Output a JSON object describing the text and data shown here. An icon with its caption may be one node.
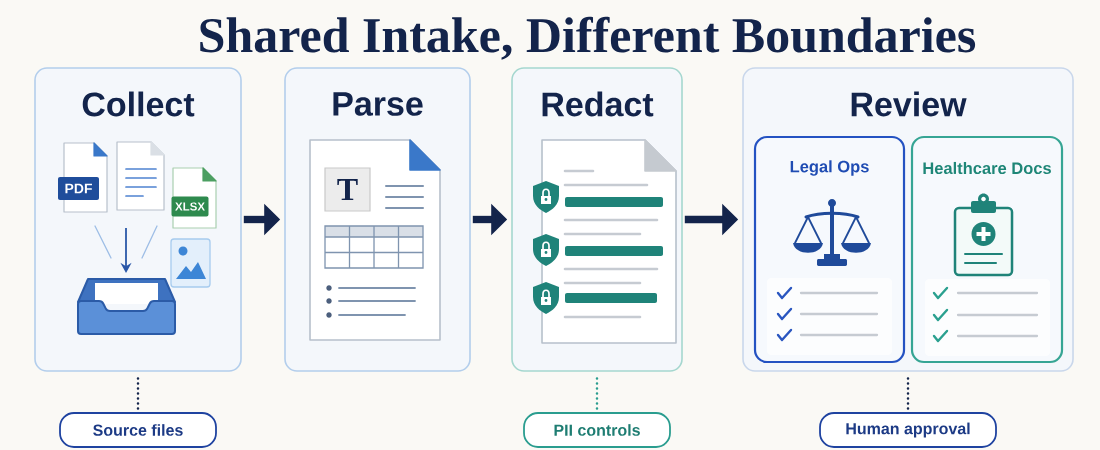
{
  "diagram": {
    "title": "Shared Intake, Different Boundaries",
    "nodes": [
      {
        "text": [
          "Collect"
        ]
      },
      {
        "text": [
          "Parse"
        ]
      },
      {
        "text": [
          "Redact"
        ]
      },
      {
        "text": [
          "Review"
        ]
      },
      {
        "text": [
          "Legal Ops"
        ],
        "in": 3
      },
      {
        "text": [
          "Healthcare Docs"
        ],
        "in": 3
      },
      {
        "text": [
          "Source files"
        ]
      },
      {
        "text": [
          "PII controls"
        ]
      },
      {
        "text": [
          "Human approval"
        ]
      }
    ],
    "edges": [
      {
        "from": 0,
        "to": 1,
        "arrow": "to",
        "style": "thick"
      },
      {
        "from": 1,
        "to": 2,
        "arrow": "to",
        "style": "thick"
      },
      {
        "from": 2,
        "to": 3,
        "arrow": "to",
        "style": "thick"
      },
      {
        "from": 0,
        "to": 6,
        "arrow": "none",
        "style": "dashed"
      },
      {
        "from": 2,
        "to": 7,
        "arrow": "none",
        "style": "dashed",
        "color": "#2a9d8f"
      },
      {
        "from": 3,
        "to": 8,
        "arrow": "none",
        "style": "dashed"
      }
    ],
    "labels": [
      "PDF",
      "XLSX",
      "T"
    ]
  }
}
